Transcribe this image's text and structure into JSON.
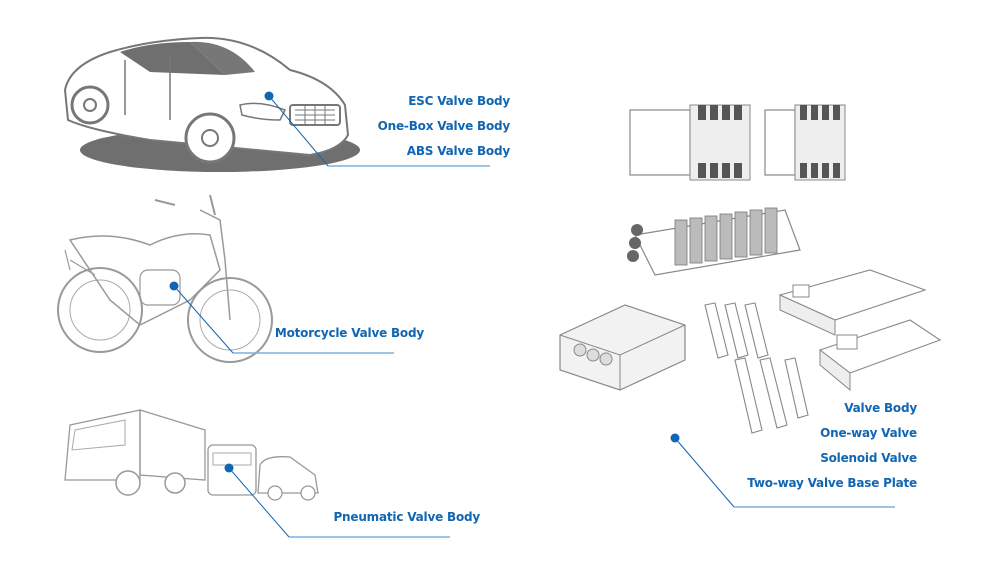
{
  "theme": {
    "accent": "#1166b3",
    "line": "#7fb0dc",
    "illustration_stroke": "#8a8a8a",
    "illustration_fill": "#6f6f6f"
  },
  "sections": [
    {
      "vehicle": "passenger-car",
      "labels": [
        "ESC Valve Body",
        "One-Box Valve Body",
        "ABS Valve Body"
      ]
    },
    {
      "vehicle": "motorcycle",
      "labels": [
        "Motorcycle Valve Body"
      ]
    },
    {
      "vehicle": "truck-van-minivan",
      "labels": [
        "Pneumatic Valve Body"
      ]
    },
    {
      "vehicle": "industrial-valve-products",
      "labels": [
        "Valve Body",
        "One-way Valve",
        "Solenoid Valve",
        "Two-way Valve Base Plate"
      ]
    }
  ]
}
